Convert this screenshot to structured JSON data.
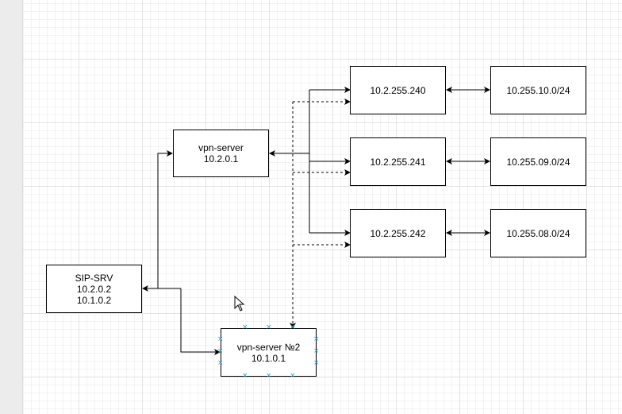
{
  "nodes": {
    "vpn_server": {
      "name": "vpn-server",
      "ip": "10.2.0.1"
    },
    "sip_srv": {
      "name": "SIP-SRV",
      "ip1": "10.2.0.2",
      "ip2": "10.1.0.2"
    },
    "vpn_server2": {
      "name": "vpn-server №2",
      "ip": "10.1.0.1"
    },
    "peers": [
      {
        "label": "10.2.255.240",
        "subnet": "10.255.10.0/24"
      },
      {
        "label": "10.2.255.241",
        "subnet": "10.255.09.0/24"
      },
      {
        "label": "10.2.255.242",
        "subnet": "10.255.08.0/24"
      }
    ]
  },
  "colors": {
    "line": "#000000",
    "grid": "#e3e3e3",
    "selection": "#29a3e0",
    "gutter": "#ececec"
  },
  "selected_node": "vpn_server2"
}
